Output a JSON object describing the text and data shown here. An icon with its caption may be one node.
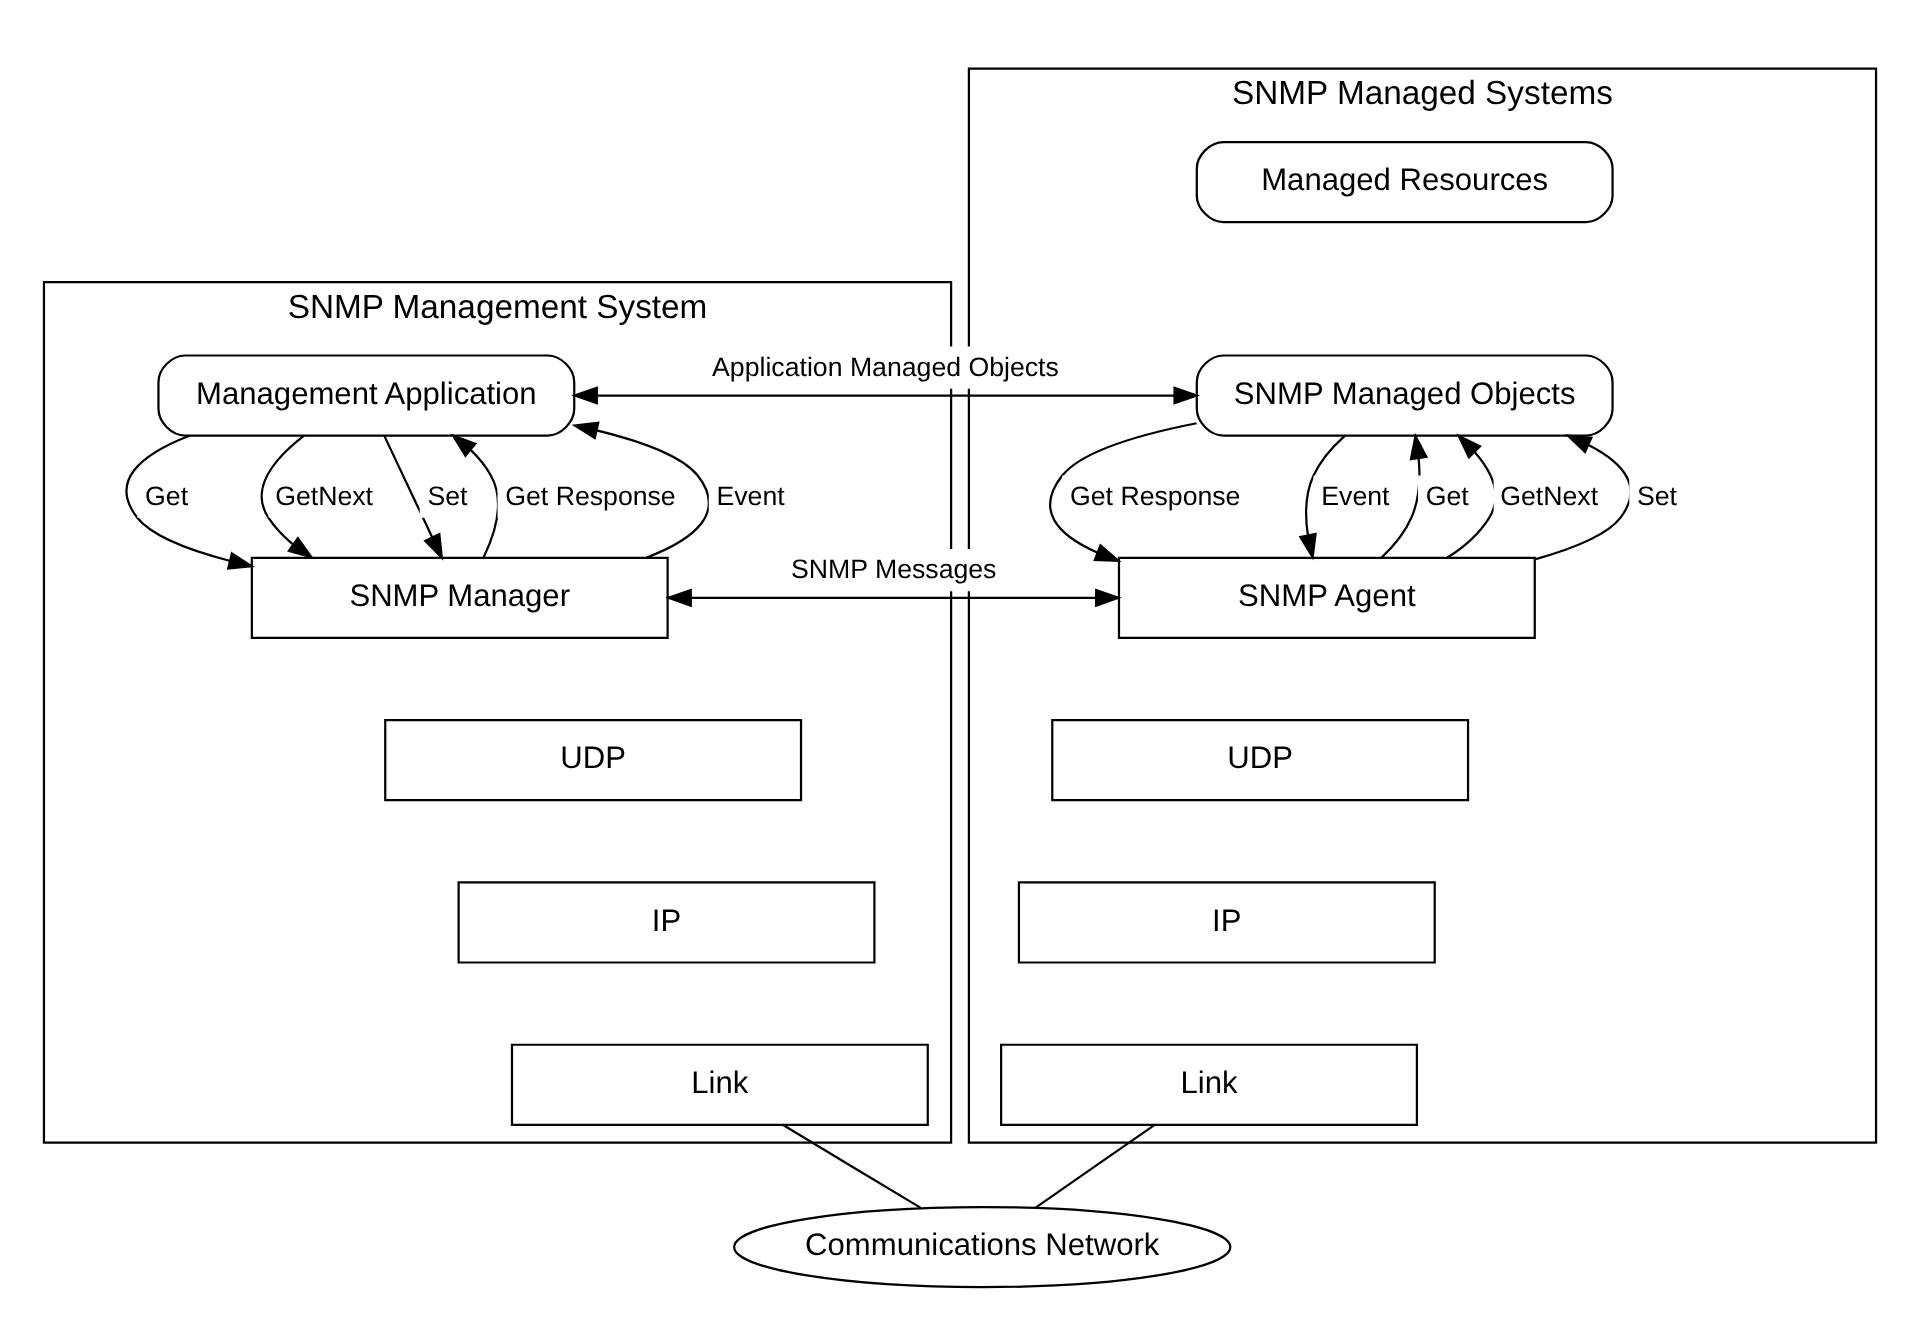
{
  "diagram": {
    "nodes": [
      {
        "text": [
          "SNMP Management System"
        ]
      },
      {
        "text": [
          "Management Application"
        ],
        "in": 0
      },
      {
        "text": [
          "SNMP Manager"
        ],
        "in": 0
      },
      {
        "text": [
          "UDP"
        ],
        "in": 0
      },
      {
        "text": [
          "IP"
        ],
        "in": 0
      },
      {
        "text": [
          "Link"
        ],
        "in": 0
      },
      {
        "text": [
          "SNMP Managed Systems"
        ]
      },
      {
        "text": [
          "Managed Resources"
        ],
        "in": 6
      },
      {
        "text": [
          "SNMP Managed Objects"
        ],
        "in": 6
      },
      {
        "text": [
          "SNMP Agent"
        ],
        "in": 6
      },
      {
        "text": [
          "UDP"
        ],
        "in": 6
      },
      {
        "text": [
          "IP"
        ],
        "in": 6
      },
      {
        "text": [
          "Link"
        ],
        "in": 6
      },
      {
        "text": [
          "Communications Network"
        ]
      }
    ],
    "edges": [
      {
        "from": 1,
        "to": 8,
        "arrow": "both",
        "label": "Application Managed Objects"
      },
      {
        "from": 1,
        "to": 2,
        "arrow": "to",
        "label": "Get"
      },
      {
        "from": 1,
        "to": 2,
        "arrow": "to",
        "label": "GetNext"
      },
      {
        "from": 1,
        "to": 2,
        "arrow": "to",
        "label": "Set"
      },
      {
        "from": 2,
        "to": 1,
        "arrow": "to",
        "label": "Get Response"
      },
      {
        "from": 2,
        "to": 1,
        "arrow": "to",
        "label": "Event"
      },
      {
        "from": 9,
        "to": 8,
        "arrow": "to",
        "label": "Get"
      },
      {
        "from": 9,
        "to": 8,
        "arrow": "to",
        "label": "GetNext"
      },
      {
        "from": 9,
        "to": 8,
        "arrow": "to",
        "label": "Set"
      },
      {
        "from": 8,
        "to": 9,
        "arrow": "to",
        "label": "Get Response"
      },
      {
        "from": 8,
        "to": 9,
        "arrow": "to",
        "label": "Event"
      },
      {
        "from": 2,
        "to": 9,
        "arrow": "both",
        "label": "SNMP Messages"
      },
      {
        "from": 5,
        "to": 13,
        "arrow": "none"
      },
      {
        "from": 12,
        "to": 13,
        "arrow": "none"
      }
    ]
  }
}
